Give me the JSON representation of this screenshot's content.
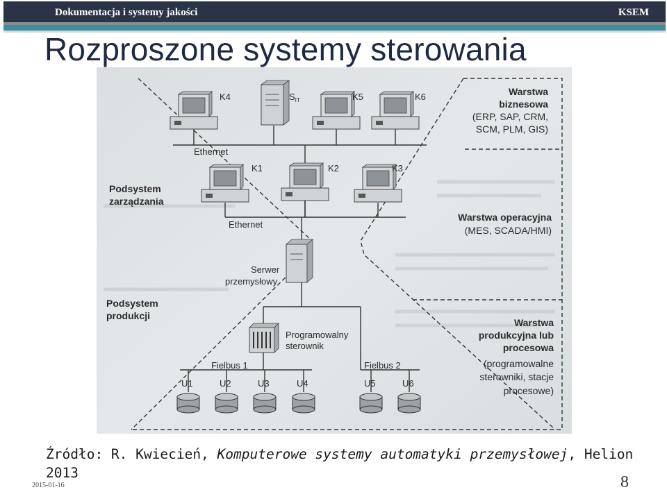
{
  "header": {
    "course": "Dokumentacja i systemy jakości",
    "dept": "KSEM"
  },
  "slide": {
    "title": "Rozproszone systemy sterowania"
  },
  "diagram": {
    "layers": {
      "business": [
        "Warstwa",
        "biznesowa",
        "(ERP, SAP, CRM,",
        "SCM, PLM, GIS)"
      ],
      "operational": [
        "Warstwa operacyjna",
        "(MES, SCADA/HMI)"
      ],
      "production": [
        "Warstwa",
        "produkcyjna lub",
        "procesowa",
        "(programowalne",
        "sterowniki, stacje",
        "procesowe)"
      ]
    },
    "subsystems": {
      "management": [
        "Podsystem",
        "zarządzania"
      ],
      "production": [
        "Podsystem",
        "produkcji"
      ]
    },
    "networks": {
      "ethernet_top": "Ethernet",
      "ethernet_mid": "Ethernet",
      "fieldbus1": "Fielbus 1",
      "fieldbus2": "Fielbus 2"
    },
    "nodes": {
      "k4": "K4",
      "sit": "S",
      "sit_sub": "IT",
      "k5": "K5",
      "k6": "K6",
      "k1": "K1",
      "k2": "K2",
      "k3": "K3",
      "server": [
        "Serwer",
        "przemysłowy"
      ],
      "plc": [
        "Programowalny",
        "sterownik"
      ],
      "devices": [
        "U1",
        "U2",
        "U3",
        "U4",
        "U5",
        "U6"
      ]
    }
  },
  "source": {
    "prefix": "Źródło: R. Kwiecień, ",
    "book": "Komputerowe systemy automatyki przemysłowej",
    "suffix": ", Helion 2013"
  },
  "footer": {
    "date": "2015-01-16",
    "page": "8"
  }
}
